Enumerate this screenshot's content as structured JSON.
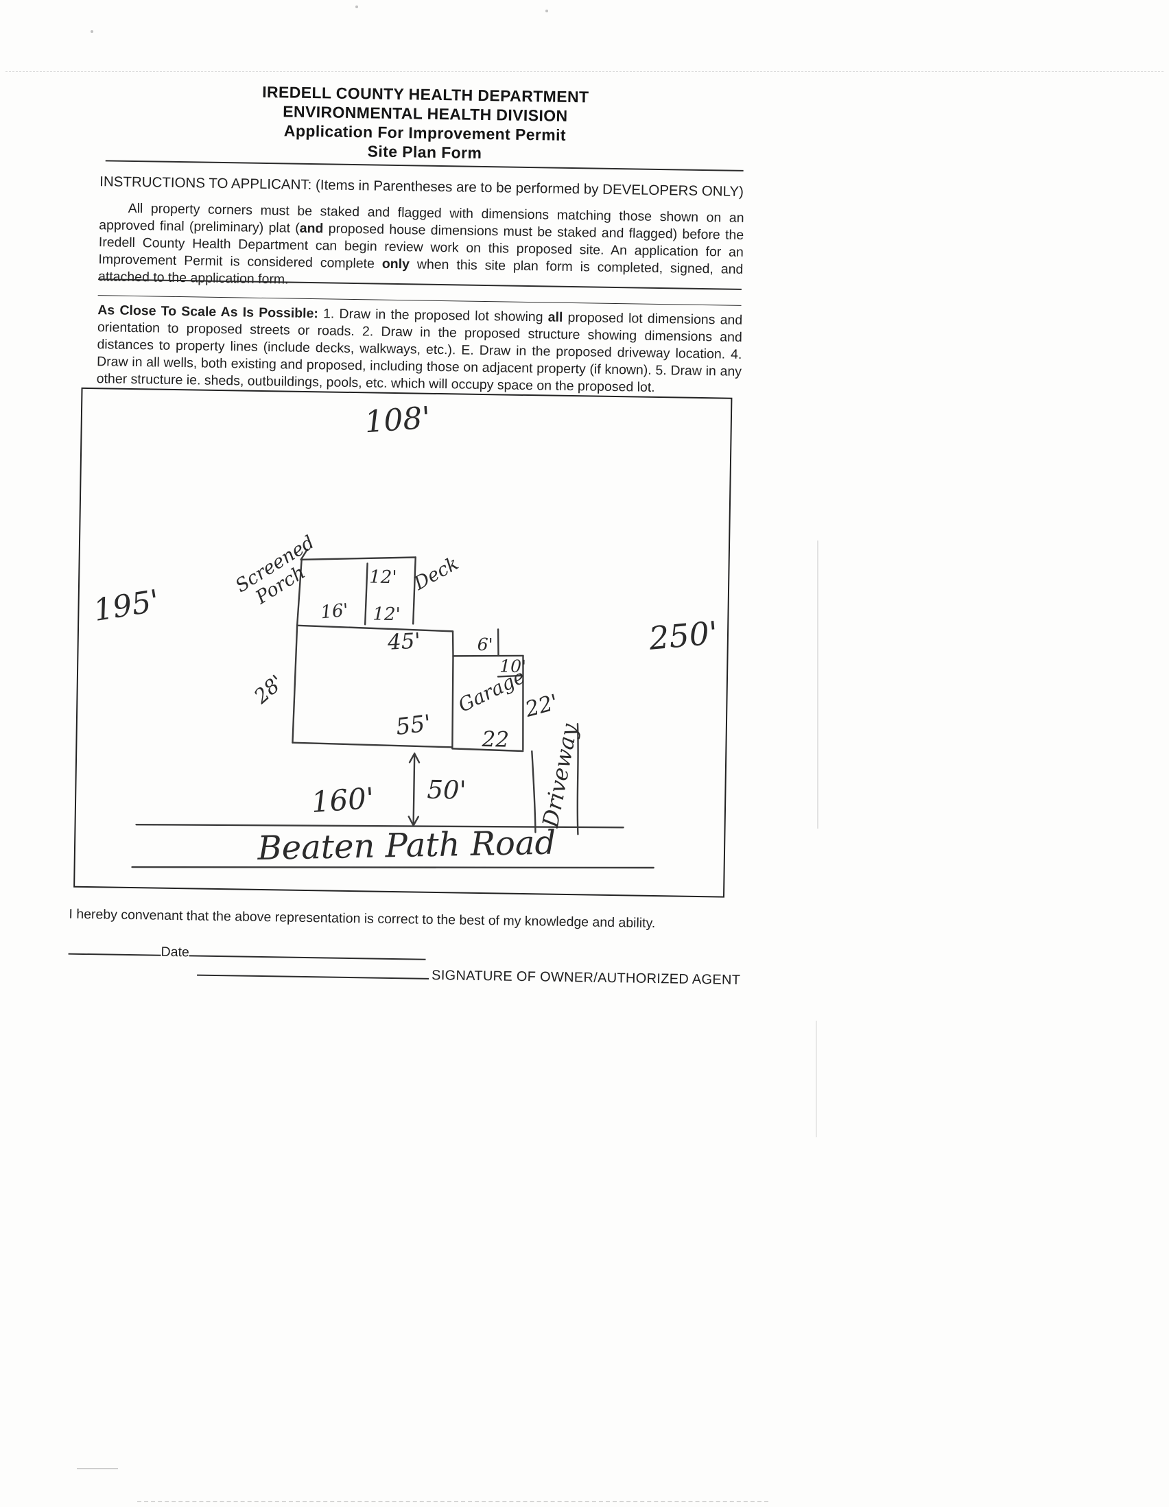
{
  "header": {
    "line1": "IREDELL COUNTY HEALTH DEPARTMENT",
    "line2": "ENVIRONMENTAL HEALTH DIVISION",
    "line3": "Application For Improvement Permit",
    "line4": "Site Plan Form"
  },
  "instructions": {
    "heading": "INSTRUCTIONS TO APPLICANT:",
    "note": "(Items in Parentheses are to be performed by DEVELOPERS ONLY)",
    "t1": "All property corners must be staked and flagged with dimensions matching those shown on an approved final (preliminary) plat (",
    "b1": "and",
    "t2": " proposed house dimensions must be staked and flagged) before the Iredell County Health Department can begin review work on this proposed site. An application for an Improvement Permit is considered complete ",
    "b2": "only",
    "t3": " when this site plan form is completed, signed, and attached to the application form."
  },
  "scale": {
    "heading": "As Close To Scale As Is Possible:",
    "t1": " 1. Draw in the proposed lot showing ",
    "b1": "all",
    "t2": " proposed lot dimensions and orientation to proposed streets or roads. 2. Draw in the proposed structure showing dimensions and distances to property lines (include decks, walkways, etc.). E. Draw in the proposed driveway location. 4. Draw in all wells, both existing and proposed, including those on adjacent property (if known). 5. Draw in any other structure ie. sheds, outbuildings, pools, etc. which will occupy space on the proposed lot."
  },
  "site_plan": {
    "lot_top_width": "108'",
    "lot_left_depth": "195'",
    "lot_right_depth": "250'",
    "screened_porch_line1": "Screened",
    "screened_porch_line2": "Porch",
    "deck_label": "Deck",
    "porch_width": "16'",
    "deck_depth": "12'",
    "deck_width": "12'",
    "house_rear_width": "45'",
    "house_left_depth": "28'",
    "house_front_width": "55'",
    "garage_label": "Garage",
    "garage_offset": "6'",
    "garage_rear": "10'",
    "garage_right_depth": "22'",
    "garage_front_width": "22",
    "driveway_label": "Driveway",
    "front_setback": "50'",
    "road_frontage": "160'",
    "road_name": "Beaten Path Road"
  },
  "footer": {
    "covenant": "I hereby convenant that the above representation is correct to the best of my knowledge and ability.",
    "date_label": "Date",
    "signature_label": "SIGNATURE OF OWNER/AUTHORIZED AGENT"
  }
}
